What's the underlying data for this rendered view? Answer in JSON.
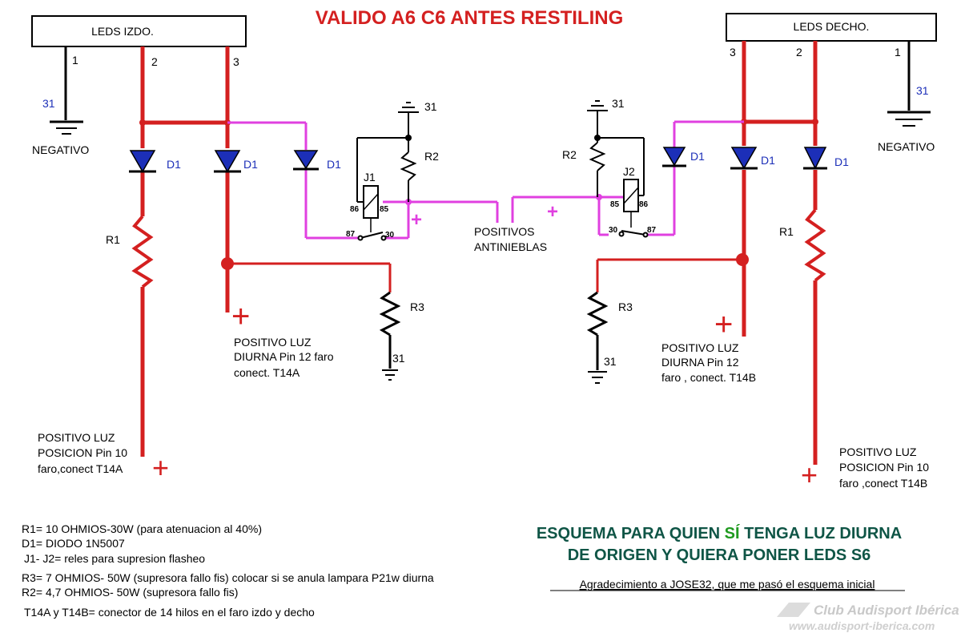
{
  "title": "VALIDO A6 C6 ANTES RESTILING",
  "left": {
    "box_label": "LEDS IZDO.",
    "pins": [
      "1",
      "2",
      "3"
    ],
    "ground_num": "31",
    "ground_label": "NEGATIVO",
    "diode_label": "D1",
    "r1_label": "R1",
    "r2_label": "R2",
    "r2_ground": "31",
    "r3_label": "R3",
    "r3_ground": "31",
    "relay_label": "J1",
    "relay_pins": [
      "86",
      "85",
      "87",
      "30"
    ],
    "drl_note": [
      "POSITIVO LUZ",
      "DIURNA Pin 12 faro",
      "conect. T14A"
    ],
    "pos_note": [
      "POSITIVO LUZ",
      "POSICION Pin 10",
      "faro,conect T14A"
    ]
  },
  "right": {
    "box_label": "LEDS DECHO.",
    "pins": [
      "3",
      "2",
      "1"
    ],
    "ground_num": "31",
    "ground_label": "NEGATIVO",
    "diode_label": "D1",
    "r1_label": "R1",
    "r2_label": "R2",
    "r2_ground": "31",
    "r3_label": "R3",
    "r3_ground": "31",
    "relay_label": "J2",
    "relay_pins": [
      "86",
      "85",
      "30",
      "87"
    ],
    "drl_note": [
      "POSITIVO LUZ",
      "DIURNA Pin 12",
      "faro , conect. T14B"
    ],
    "pos_note": [
      "POSITIVO LUZ",
      "POSICION Pin 10",
      "faro  ,conect T14B"
    ]
  },
  "center_label": [
    "POSITIVOS",
    "ANTINIEBLAS"
  ],
  "plus_sign": "+",
  "legend": [
    "R1= 10 OHMIOS-30W  (para atenuacion al 40%)",
    "D1=  DIODO 1N5007",
    "J1- J2= reles para supresion flasheo",
    "R3= 7 OHMIOS- 50W  (supresora fallo fis) colocar si se anula lampara P21w diurna",
    "R2= 4,7 OHMIOS- 50W  (supresora fallo fis)",
    "T14A y T14B= conector de 14 hilos en el faro izdo y decho"
  ],
  "scheme": {
    "line1_a": "ESQUEMA PARA QUIEN ",
    "line1_si": "SÍ",
    "line1_b": " TENGA LUZ DIURNA",
    "line2": "DE ORIGEN Y QUIERA PONER LEDS S6"
  },
  "credit": "Agradecimiento a JOSE32, que me pasó el esquema inicial",
  "watermark": [
    "Club Audisport Ibérica",
    "www.audisport-iberica.com"
  ],
  "colors": {
    "red": "#d42020",
    "magenta": "#e040e0",
    "blue": "#1c2fb8",
    "title": "#d42020",
    "scheme": "#0f5546",
    "si": "#1f9a1f"
  }
}
